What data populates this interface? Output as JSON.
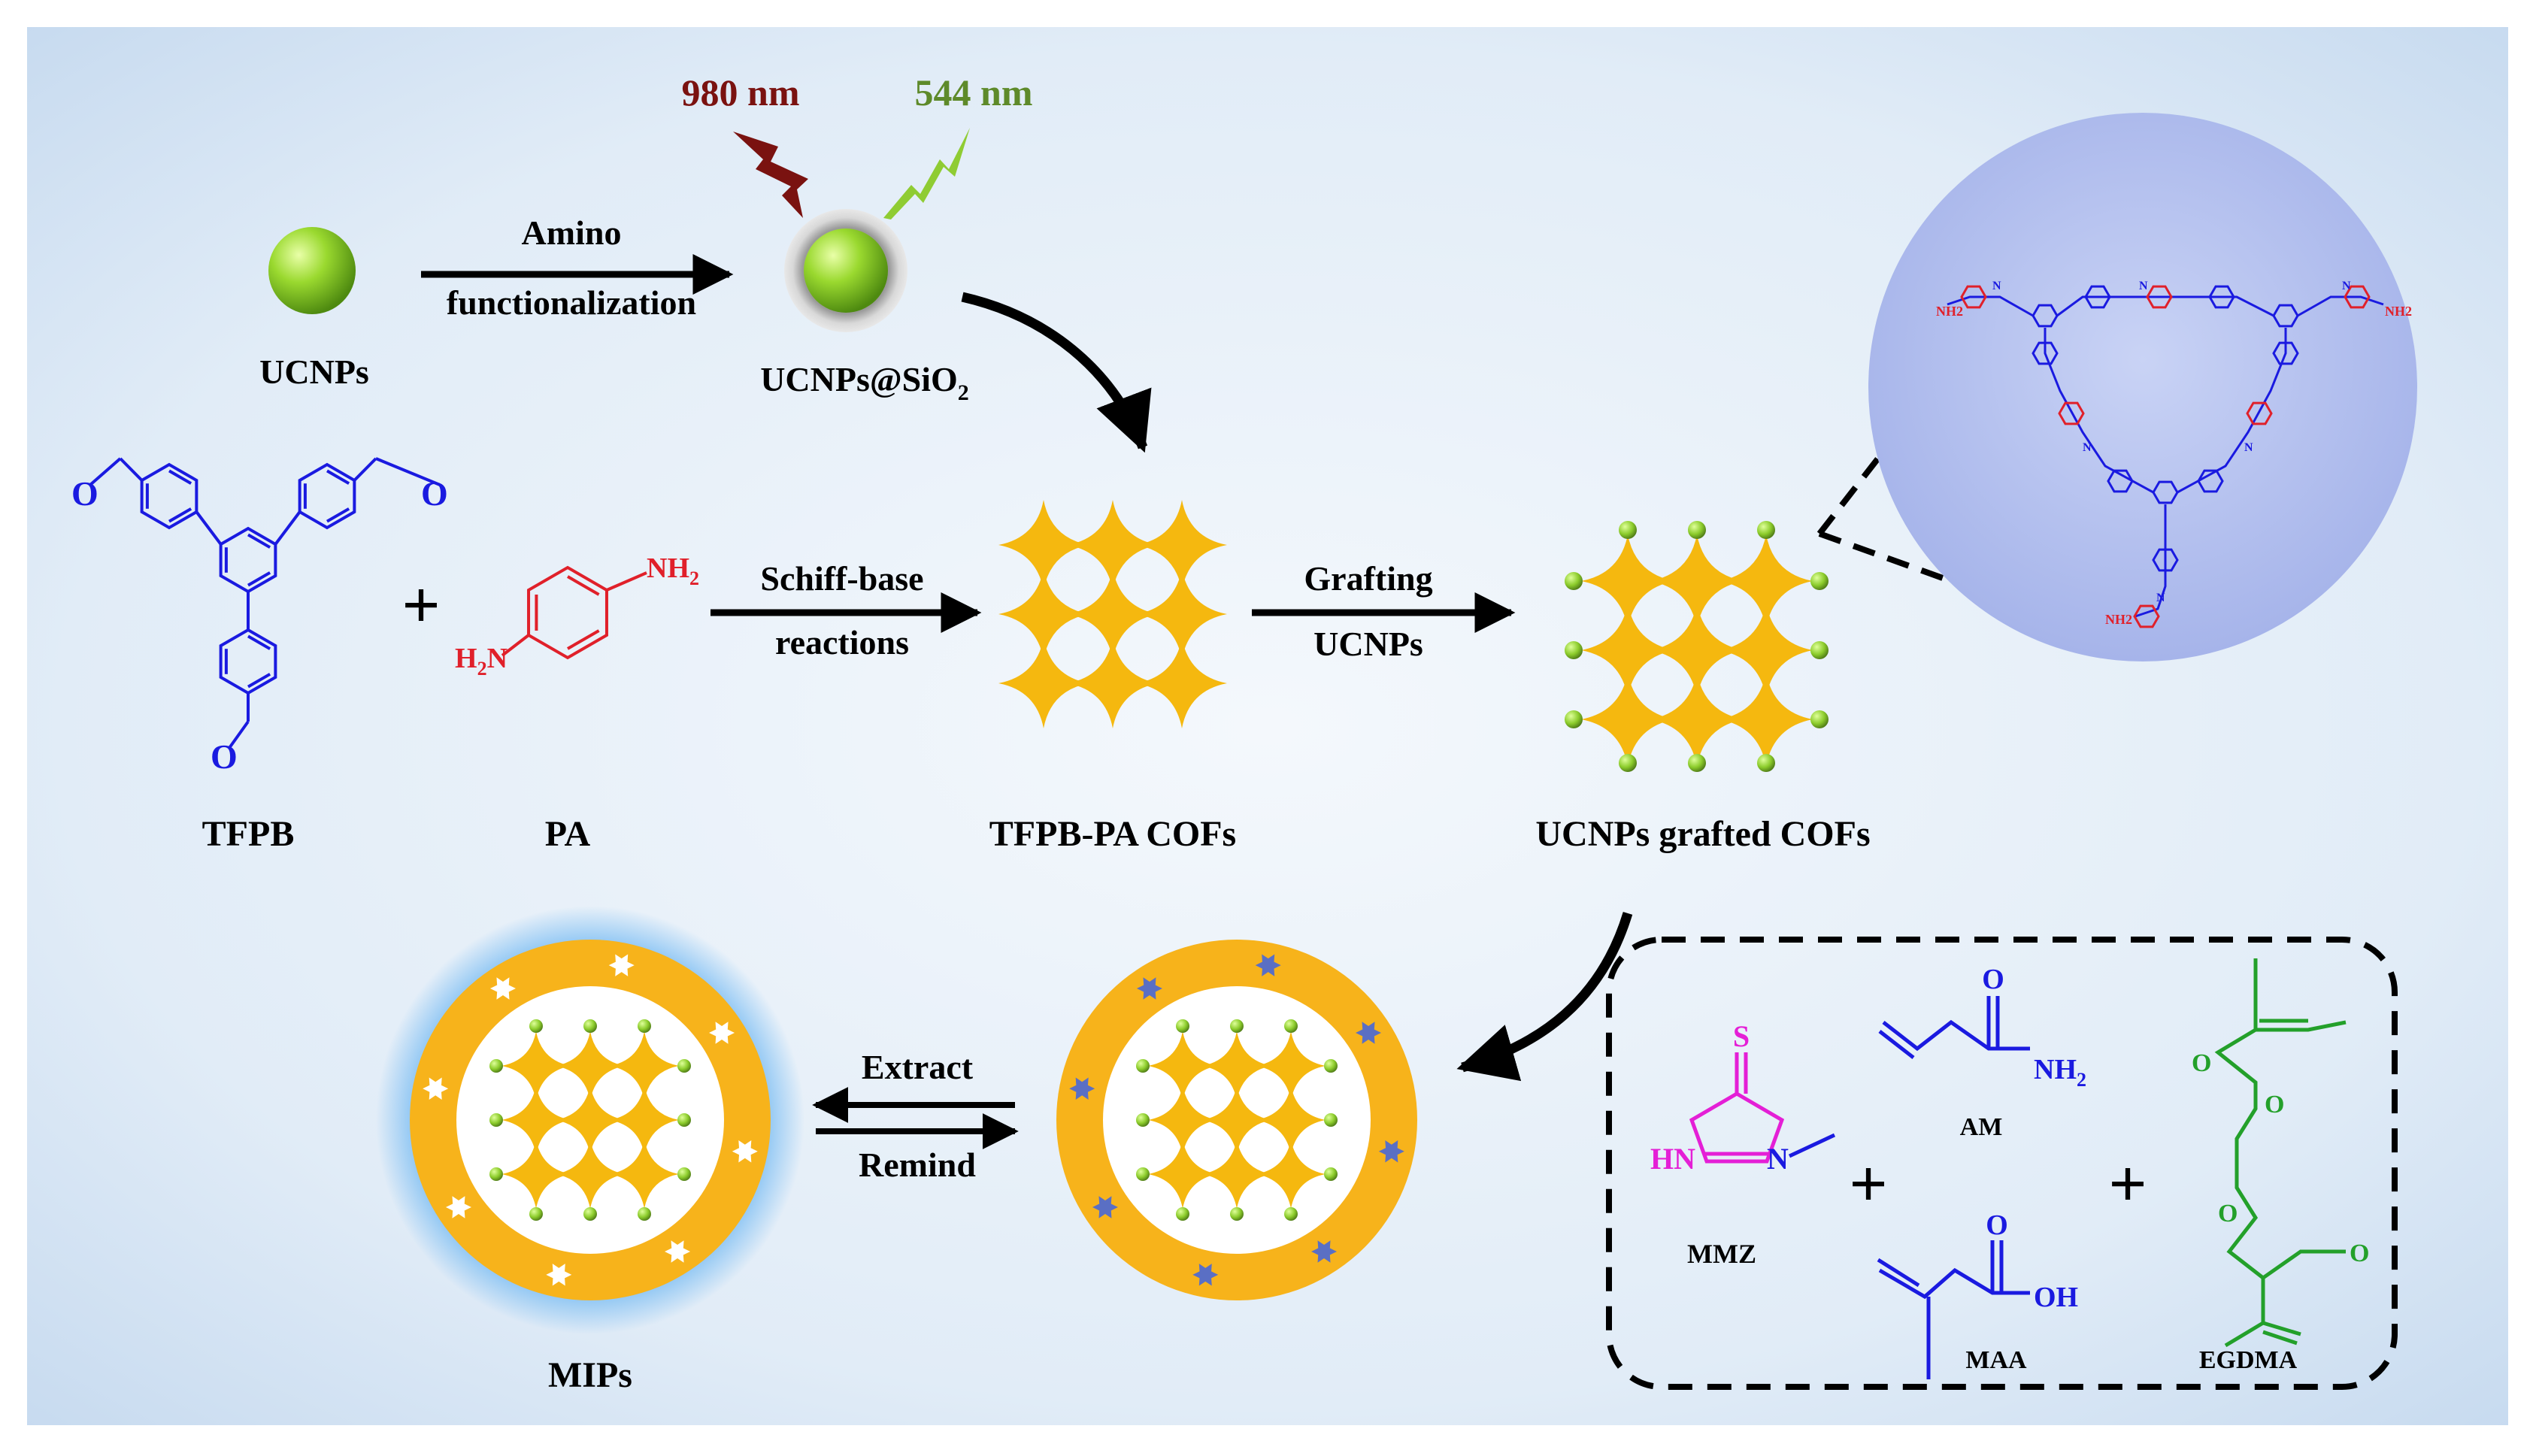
{
  "labels": {
    "ucnps": "UCNPs",
    "amino_line1": "Amino",
    "amino_line2": "functionalization",
    "ucnps_sio2_main": "UCNPs@SiO",
    "ucnps_sio2_sub": "2",
    "excitation": "980 nm",
    "emission": "544 nm",
    "tfpb": "TFPB",
    "pa": "PA",
    "schiff_line1": "Schiff-base",
    "schiff_line2": "reactions",
    "cof": "TFPB-PA COFs",
    "grafting_line1": "Grafting",
    "grafting_line2": "UCNPs",
    "grafted": "UCNPs grafted COFs",
    "extract": "Extract",
    "remind": "Remind",
    "mips": "MIPs",
    "plus": "+"
  },
  "chem": {
    "aldehyde_o": "O",
    "nh2": "NH",
    "nh2_sub": "2",
    "h2n_h": "H",
    "h2n_sub": "2",
    "h2n_n": "N",
    "n": "N",
    "mmz": {
      "name": "MMZ",
      "s": "S",
      "hn": "HN",
      "n": "N"
    },
    "am": {
      "name": "AM",
      "o": "O",
      "nh2": "NH",
      "sub": "2"
    },
    "maa": {
      "name": "MAA",
      "o": "O",
      "oh": "OH"
    },
    "egdma": {
      "name": "EGDMA",
      "o": "O"
    }
  },
  "colors": {
    "background_edge": "#c4d8ee",
    "background_center": "#f3f7fc",
    "nanoparticle": "#8ed12e",
    "cof_star": "#f5b80f",
    "shell_ring": "#f7b31b",
    "linker_blue": "#1a1ae0",
    "linker_red": "#e0202a",
    "mmz_magenta": "#e41fd6",
    "egdma_green": "#23a02a",
    "laser_980": "#7a1210",
    "laser_544": "#5e8a2a",
    "template_blue": "#5a6fc4",
    "mip_glow": "#6eb7f2"
  }
}
